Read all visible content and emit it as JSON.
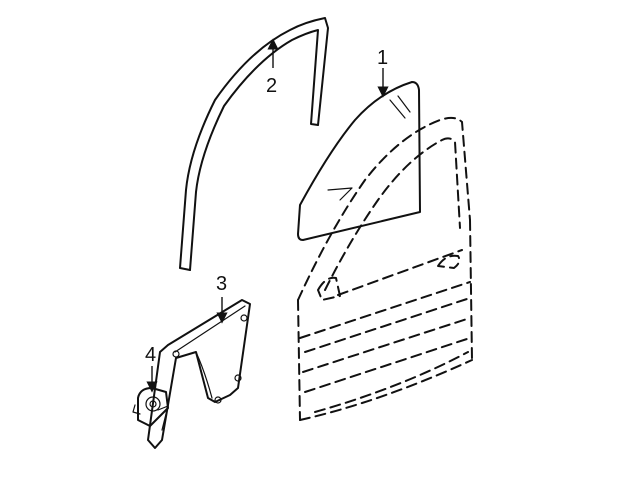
{
  "callouts": {
    "glass": "1",
    "run_channel": "2",
    "regulator": "3",
    "motor": "4"
  },
  "colors": {
    "line": "#111111",
    "background": "#ffffff"
  }
}
